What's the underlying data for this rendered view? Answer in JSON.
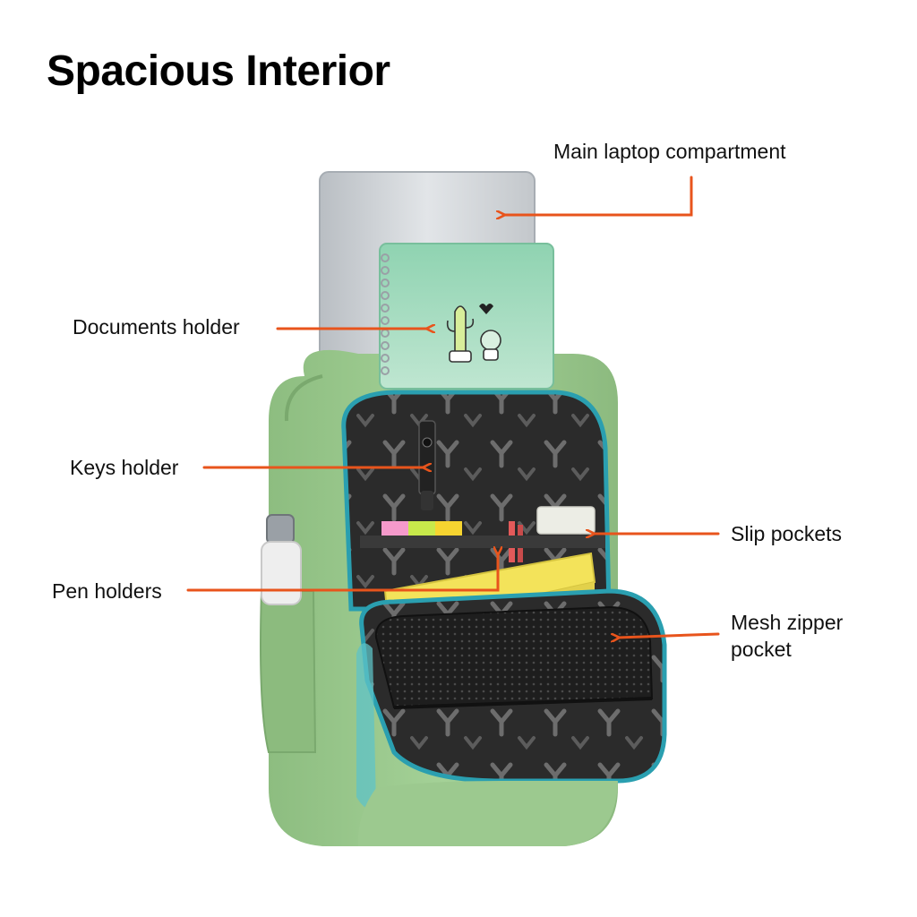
{
  "page": {
    "title": "Spacious Interior"
  },
  "callouts": [
    {
      "id": "laptop",
      "text": "Main laptop compartment"
    },
    {
      "id": "documents",
      "text": "Documents holder"
    },
    {
      "id": "keys",
      "text": "Keys holder"
    },
    {
      "id": "slip",
      "text": "Slip pockets"
    },
    {
      "id": "pens",
      "text": "Pen holders"
    },
    {
      "id": "mesh",
      "text": "Mesh zipper pocket"
    }
  ],
  "colors": {
    "arrow": "#e8541c",
    "bag_green": "#9cc98f",
    "bag_dark": "#7aa96e",
    "zipper_trim": "#2a9fb0",
    "lining": "#2b2b2b",
    "lining_pattern": "#6a6a6a",
    "notebook": "#8fd3b1",
    "laptop": "#c9cdd1",
    "yellow_notepad": "#f3e35a"
  },
  "icons": [
    "arrow-icon",
    "cactus-illustration",
    "water-bottle-icon"
  ]
}
